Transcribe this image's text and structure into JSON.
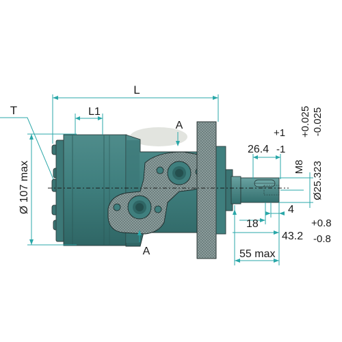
{
  "labels": {
    "L": "L",
    "L1": "L1",
    "T": "T",
    "A_top": "A",
    "A_bottom": "A",
    "dia_107": "Ø 107 max",
    "tol_264_upper": "+1",
    "dim_264": "26.4",
    "tol_264_lower": "-1",
    "M8": "M8",
    "tol_25_upper": "+0.025",
    "dia_25": "Ø25.323",
    "tol_25_lower": "-0.025",
    "dim_4": "4",
    "dim_18": "18",
    "tol_432_upper": "+0.8",
    "dim_432": "43.2",
    "tol_432_lower": "-0.8",
    "dim_55": "55 max"
  },
  "colors": {
    "body": "#3f7f7e",
    "body_dark": "#2d6463",
    "body_light": "#5f9796",
    "flange_hatch": "#8a9b9a",
    "dimension": "#2aa7a8",
    "shaft": "#4d8786",
    "shadow": "#e3e6e2"
  }
}
